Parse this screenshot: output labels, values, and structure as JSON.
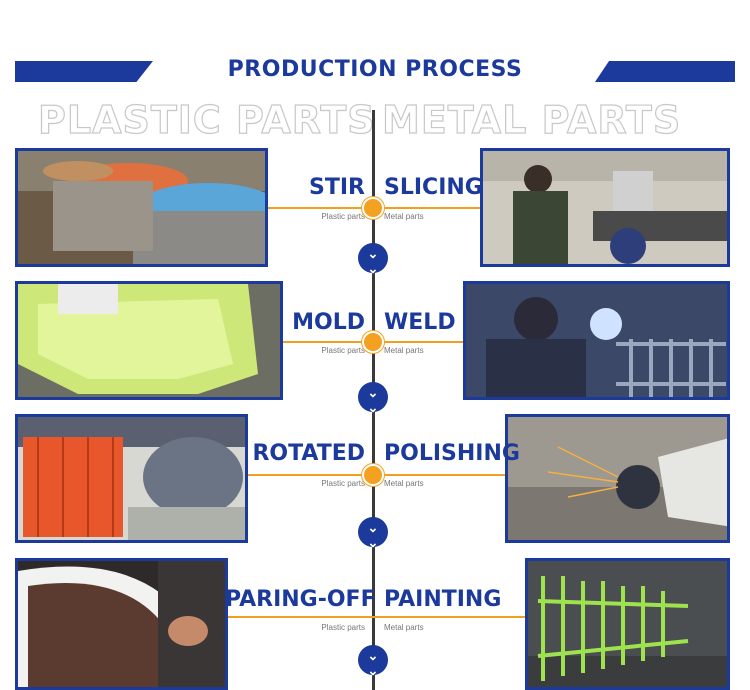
{
  "header": {
    "title": "PRODUCTION PROCESS",
    "left_heading": "PLASTIC PARTS",
    "right_heading": "METAL PARTS"
  },
  "rows": [
    {
      "left_step": "STIR",
      "left_sub": "Plastic parts",
      "right_step": "SLICING",
      "right_sub": "Metal parts"
    },
    {
      "left_step": "MOLD",
      "left_sub": "Plastic parts",
      "right_step": "WELD",
      "right_sub": "Metal parts"
    },
    {
      "left_step": "ROTATED",
      "left_sub": "Plastic parts",
      "right_step": "POLISHING",
      "right_sub": "Metal parts"
    },
    {
      "left_step": "PARING-OFF",
      "left_sub": "Plastic parts",
      "right_step": "PAINTING",
      "right_sub": "Metal parts"
    }
  ],
  "colors": {
    "brand_blue": "#1c3a9c",
    "accent_orange": "#f4a021"
  },
  "icons": {
    "connector": "double-chevron-down-icon"
  }
}
